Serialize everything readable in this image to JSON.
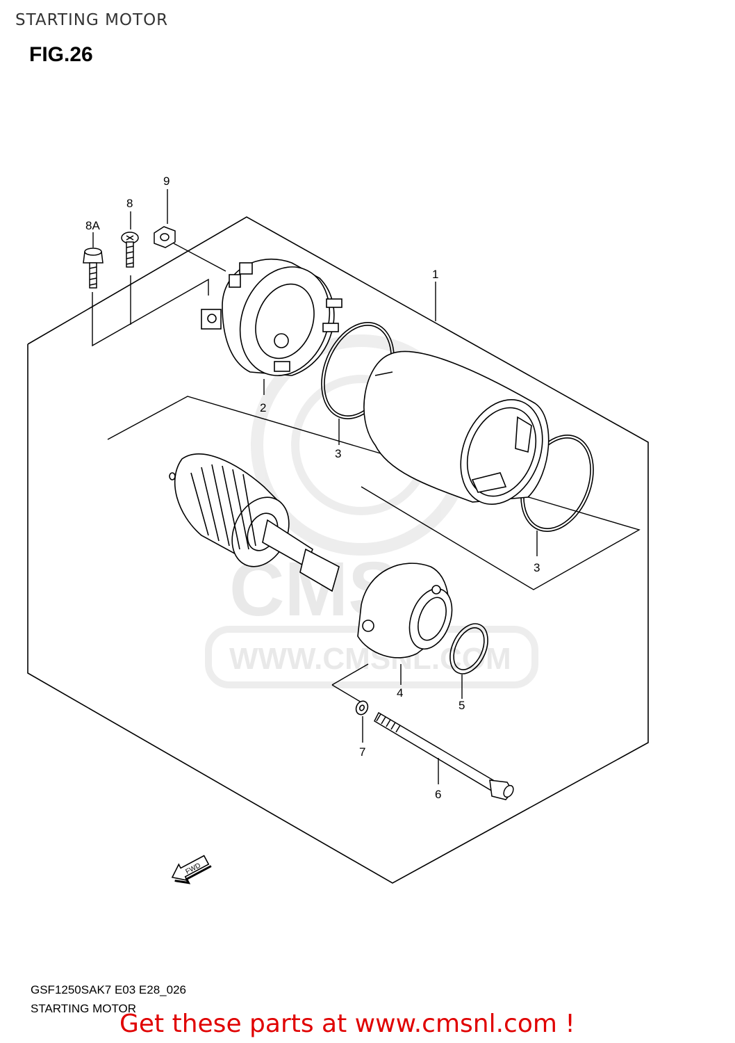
{
  "header": {
    "title": "STARTING MOTOR"
  },
  "figure": {
    "label": "FIG.26"
  },
  "callouts": {
    "c1": "1",
    "c2": "2",
    "c3a": "3",
    "c3b": "3",
    "c4": "4",
    "c5": "5",
    "c6": "6",
    "c7": "7",
    "c8": "8",
    "c8a": "8A",
    "c9": "9"
  },
  "fwd_arrow": {
    "label": "FWD"
  },
  "watermark": {
    "text": "WWW.CMSNL.COM",
    "logo": "CMS"
  },
  "footer": {
    "code": "GSF1250SAK7 E03 E28_026",
    "title": "STARTING MOTOR",
    "promo": "Get these parts at www.cmsnl.com !"
  }
}
